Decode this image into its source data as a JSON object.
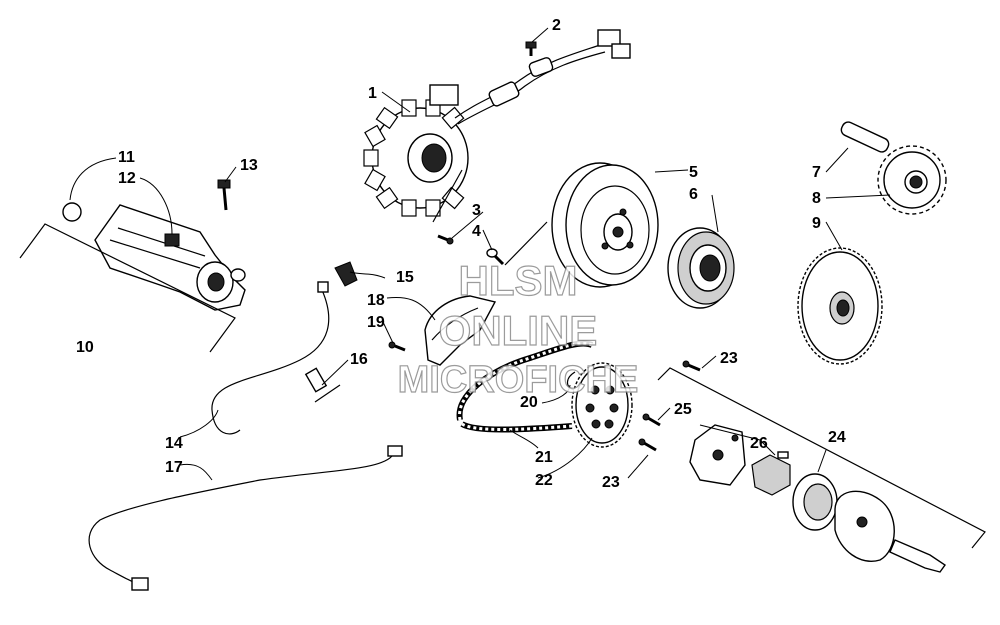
{
  "watermark": {
    "line1": "HLSM",
    "line2": "ONLINE",
    "line3": "MICROFICHE"
  },
  "callouts": [
    "1",
    "2",
    "3",
    "4",
    "5",
    "6",
    "7",
    "8",
    "9",
    "10",
    "11",
    "12",
    "13",
    "14",
    "15",
    "16",
    "17",
    "18",
    "19",
    "20",
    "21",
    "22",
    "23",
    "23",
    "24",
    "25",
    "26"
  ]
}
